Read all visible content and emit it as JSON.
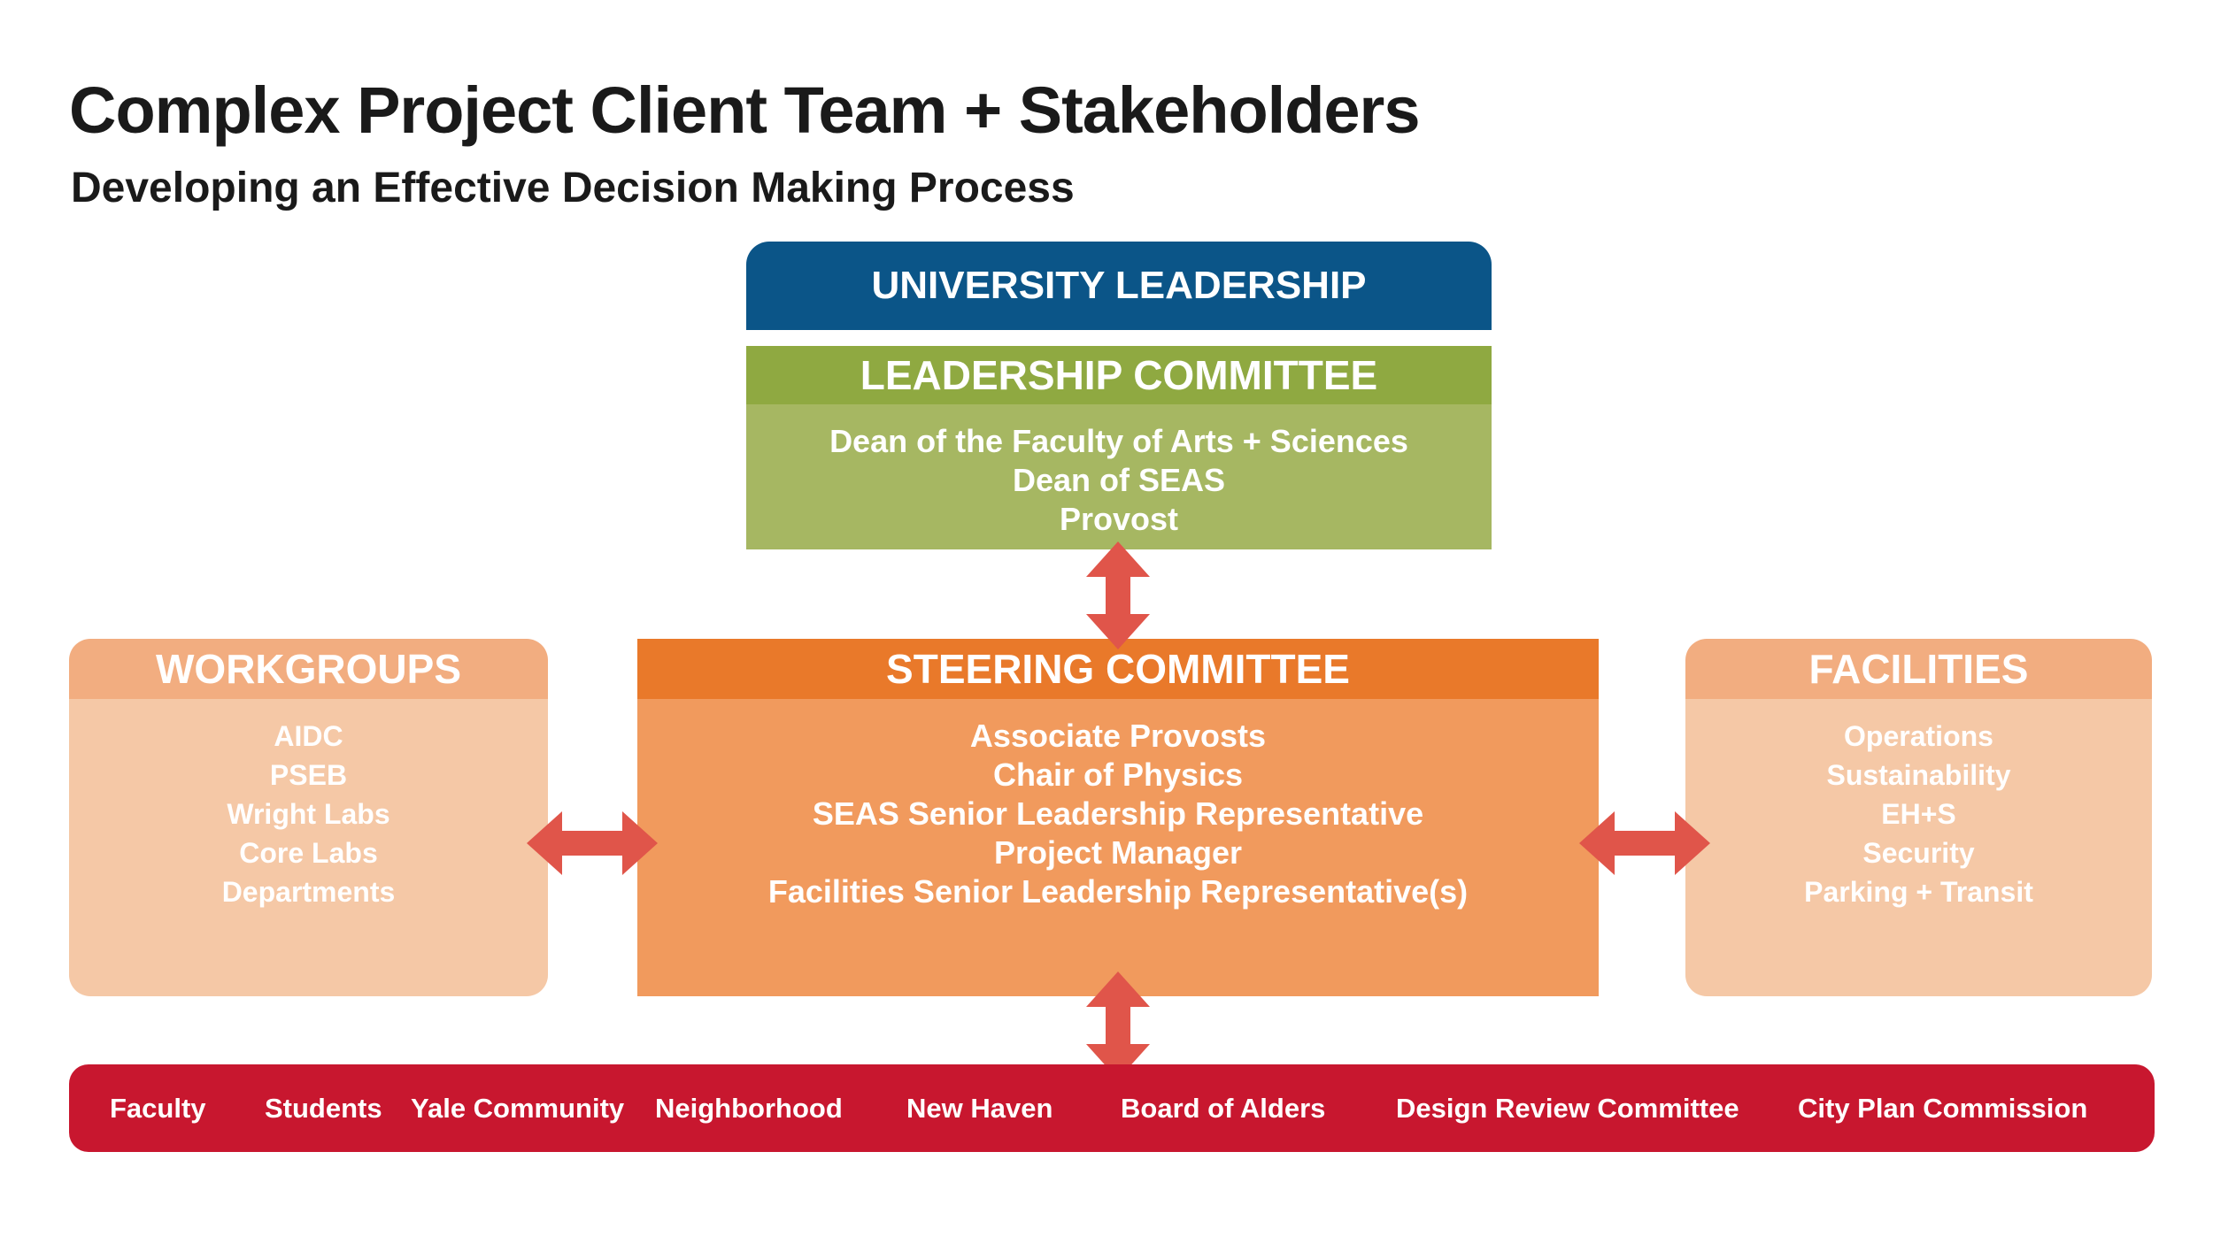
{
  "title": "Complex Project Client Team + Stakeholders",
  "subtitle": "Developing an Effective Decision Making Process",
  "university_leadership": {
    "label": "UNIVERSITY LEADERSHIP"
  },
  "leadership_committee": {
    "label": "LEADERSHIP COMMITTEE",
    "members": [
      "Dean of the Faculty of Arts + Sciences",
      "Dean of SEAS",
      "Provost"
    ]
  },
  "steering_committee": {
    "label": "STEERING COMMITTEE",
    "members": [
      "Associate Provosts",
      "Chair of Physics",
      "SEAS Senior Leadership Representative",
      "Project Manager",
      "Facilities Senior Leadership Representative(s)"
    ]
  },
  "workgroups": {
    "label": "WORKGROUPS",
    "members": [
      "AIDC",
      "PSEB",
      "Wright Labs",
      "Core Labs",
      "Departments"
    ]
  },
  "facilities": {
    "label": "FACILITIES",
    "members": [
      "Operations",
      "Sustainability",
      "EH+S",
      "Security",
      "Parking + Transit"
    ]
  },
  "stakeholders": [
    "Faculty",
    "Students",
    "Yale Community",
    "Neighborhood",
    "New Haven",
    "Board of Alders",
    "Design Review Committee",
    "City Plan Commission"
  ],
  "colors": {
    "university_leadership": "#0b5588",
    "leadership_head": "#8fa941",
    "leadership_body": "#a6b762",
    "steering_head": "#e9792a",
    "steering_body": "#f19a5d",
    "side_head": "#f2ad80",
    "side_body": "#f5c8a6",
    "stakeholder_bar": "#c8172f",
    "arrow": "#e0554a"
  }
}
